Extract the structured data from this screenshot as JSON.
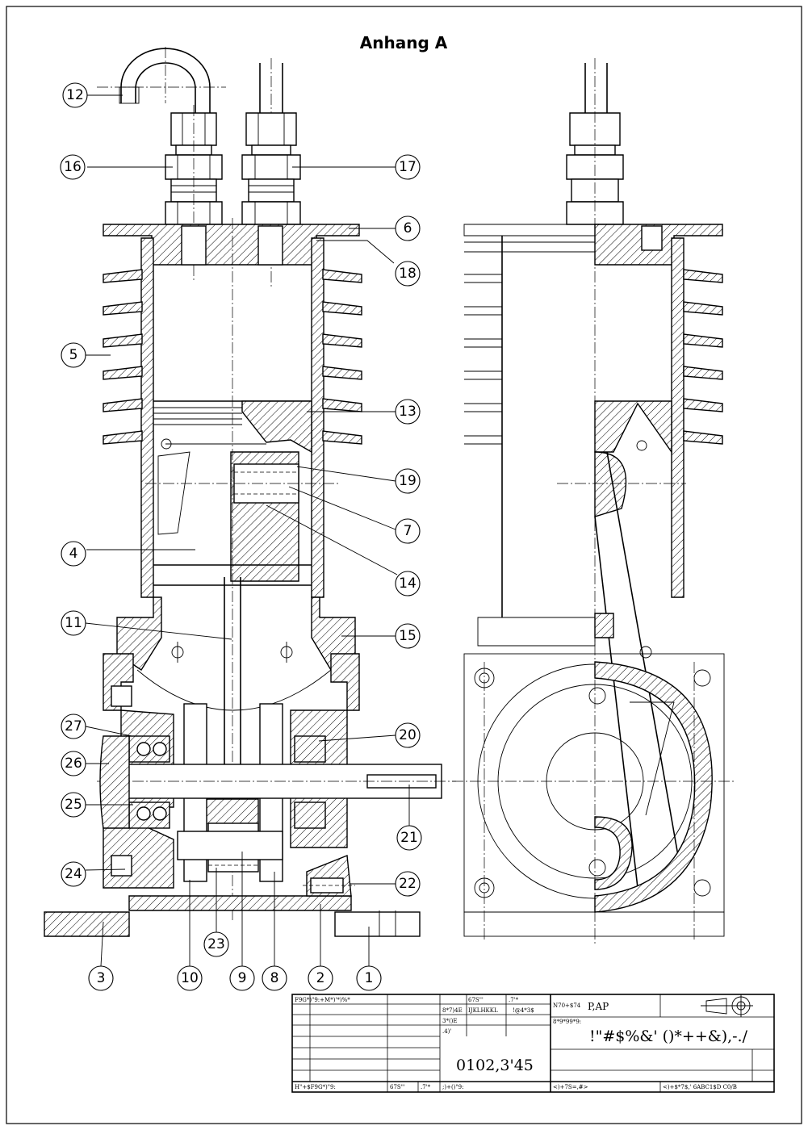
{
  "title": "Anhang A",
  "balloons": [
    {
      "n": "12",
      "id": "balloon-12"
    },
    {
      "n": "16",
      "id": "balloon-16"
    },
    {
      "n": "17",
      "id": "balloon-17"
    },
    {
      "n": "6",
      "id": "balloon-6"
    },
    {
      "n": "18",
      "id": "balloon-18"
    },
    {
      "n": "5",
      "id": "balloon-5"
    },
    {
      "n": "13",
      "id": "balloon-13"
    },
    {
      "n": "19",
      "id": "balloon-19"
    },
    {
      "n": "7",
      "id": "balloon-7"
    },
    {
      "n": "4",
      "id": "balloon-4"
    },
    {
      "n": "14",
      "id": "balloon-14"
    },
    {
      "n": "11",
      "id": "balloon-11"
    },
    {
      "n": "15",
      "id": "balloon-15"
    },
    {
      "n": "27",
      "id": "balloon-27"
    },
    {
      "n": "20",
      "id": "balloon-20"
    },
    {
      "n": "26",
      "id": "balloon-26"
    },
    {
      "n": "25",
      "id": "balloon-25"
    },
    {
      "n": "21",
      "id": "balloon-21"
    },
    {
      "n": "24",
      "id": "balloon-24"
    },
    {
      "n": "22",
      "id": "balloon-22"
    },
    {
      "n": "23",
      "id": "balloon-23"
    },
    {
      "n": "3",
      "id": "balloon-3"
    },
    {
      "n": "10",
      "id": "balloon-10"
    },
    {
      "n": "9",
      "id": "balloon-9"
    },
    {
      "n": "8",
      "id": "balloon-8"
    },
    {
      "n": "2",
      "id": "balloon-2"
    },
    {
      "n": "1",
      "id": "balloon-1"
    }
  ],
  "title_block": {
    "r1_c1": "F9G*)\"9:+M*)'*)%*",
    "r1_c2": "67S\"'",
    "r1_c3": ".7'*",
    "r2_c1": "8*7)4E",
    "r2_c2": "IJKLHKKL",
    "r2_c3": "!@4*3$",
    "r3_c1": "3*()E",
    "r4_c1": ".4)'",
    "label_name": "N70+$74",
    "name_value": "P,AP",
    "label_desc": "8*9*99*9:",
    "description": "!\"#$%&' ()*++&),-./",
    "drawing_number": "0102,3'45",
    "bottom_c1": "H\"+$F9G*)\"9:",
    "bottom_c2": "67S\"'",
    "bottom_c3": ".7'*",
    "bottom_c4": ";)+()\"9:",
    "bottom_c5": "<)+7S=,#>",
    "bottom_c6": "<)+$*7$,' 6ABC1$D C0/B"
  }
}
